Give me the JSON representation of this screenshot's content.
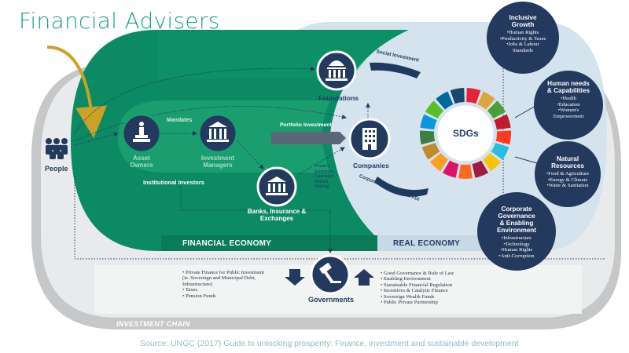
{
  "title": "Financial Advisers",
  "labels": {
    "people": "People",
    "asset_owners": "Asset\nOwners",
    "investment_managers": "Investment\nManagers",
    "mandates": "Mandates",
    "institutional_investors": "Institutional Investors",
    "banks": "Banks, Insurance &\nExchanges",
    "foundations": "Foundations",
    "companies": "Companies",
    "social_investment": "Social Investment",
    "portfolio_investment": "Portfolio Investment",
    "corporate_investment": "Corporate Investment & FDI",
    "finance_note": "Finance,\nInsurance,\nGuarantee,\nMarket\nMaking",
    "sdgs": "SDGs",
    "financial_economy": "FINANCIAL ECONOMY",
    "real_economy": "REAL ECONOMY",
    "governments": "Governments",
    "investment_chain": "INVESTMENT CHAIN"
  },
  "sdg_circles": [
    {
      "heading": "Inclusive\nGrowth",
      "items": [
        "•Human Rights",
        "•Productivity & Taxes",
        "•Jobs & Labour\nStandards"
      ]
    },
    {
      "heading": "Human needs\n& Capabilities",
      "items": [
        "•Health",
        "•Education",
        "•Women's\nEmpowerment"
      ]
    },
    {
      "heading": "Natural\nResources",
      "items": [
        "•Food & Agriculture",
        "•Energy & Climate",
        "•Water & Sanitation"
      ]
    },
    {
      "heading": "Corporate\nGovernance\n& Enabling\nEnvironment",
      "items": [
        "•Infrastructure",
        "•Technology",
        "•Human Rights",
        "•Anti-Corruption"
      ]
    }
  ],
  "gov_left_list": [
    "• Private Finance for Public Investment\n(ie. Sovereign and Municipal Debt,\nInfrastructure)",
    "• Taxes",
    "• Pension Funds"
  ],
  "gov_right_list": [
    "• Good Governance & Rule of Law",
    "• Enabling Environment",
    "• Sustainable Financial Regulation",
    "• Incentives & Catalytic Finance",
    "• Sovereign Wealth Funds",
    "• Public Private Partnership"
  ],
  "source": "Source: UNGC (2017) Guide to unlocking prosperity: Finance, investment and sustainable development",
  "colors": {
    "green_dark": "#0c8a63",
    "green": "#18a97a",
    "navy": "#23395d",
    "light_blue": "#d5e3ee",
    "gray": "#c9cbcd",
    "gold": "#c9a227"
  }
}
